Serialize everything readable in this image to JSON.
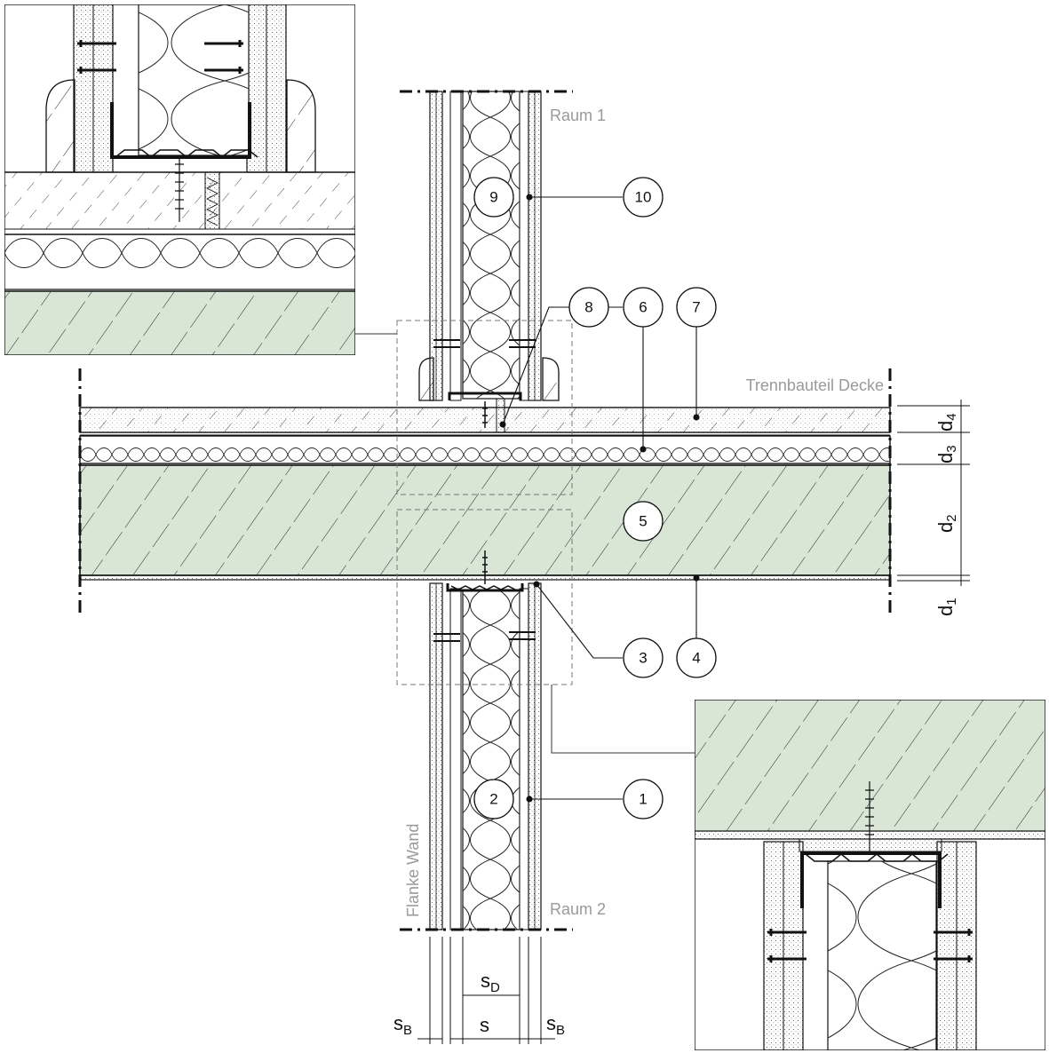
{
  "labels": {
    "room1": "Raum 1",
    "room2": "Raum 2",
    "separating_element": "Trennbauteil Decke",
    "flank_wall": "Flanke Wand"
  },
  "callouts": [
    "1",
    "2",
    "3",
    "4",
    "5",
    "6",
    "7",
    "8",
    "9",
    "10"
  ],
  "dimensions": {
    "d1": {
      "main": "d",
      "sub": "1"
    },
    "d2": {
      "main": "d",
      "sub": "2"
    },
    "d3": {
      "main": "d",
      "sub": "3"
    },
    "d4": {
      "main": "d",
      "sub": "4"
    },
    "sD": {
      "main": "s",
      "sub": "D"
    },
    "s": {
      "main": "s",
      "sub": ""
    },
    "sB_left": {
      "main": "s",
      "sub": "B"
    },
    "sB_right": {
      "main": "s",
      "sub": "B"
    }
  },
  "colors": {
    "concrete": "#d9e6d5",
    "line": "#111111",
    "label_grey": "#9a9a9a"
  }
}
